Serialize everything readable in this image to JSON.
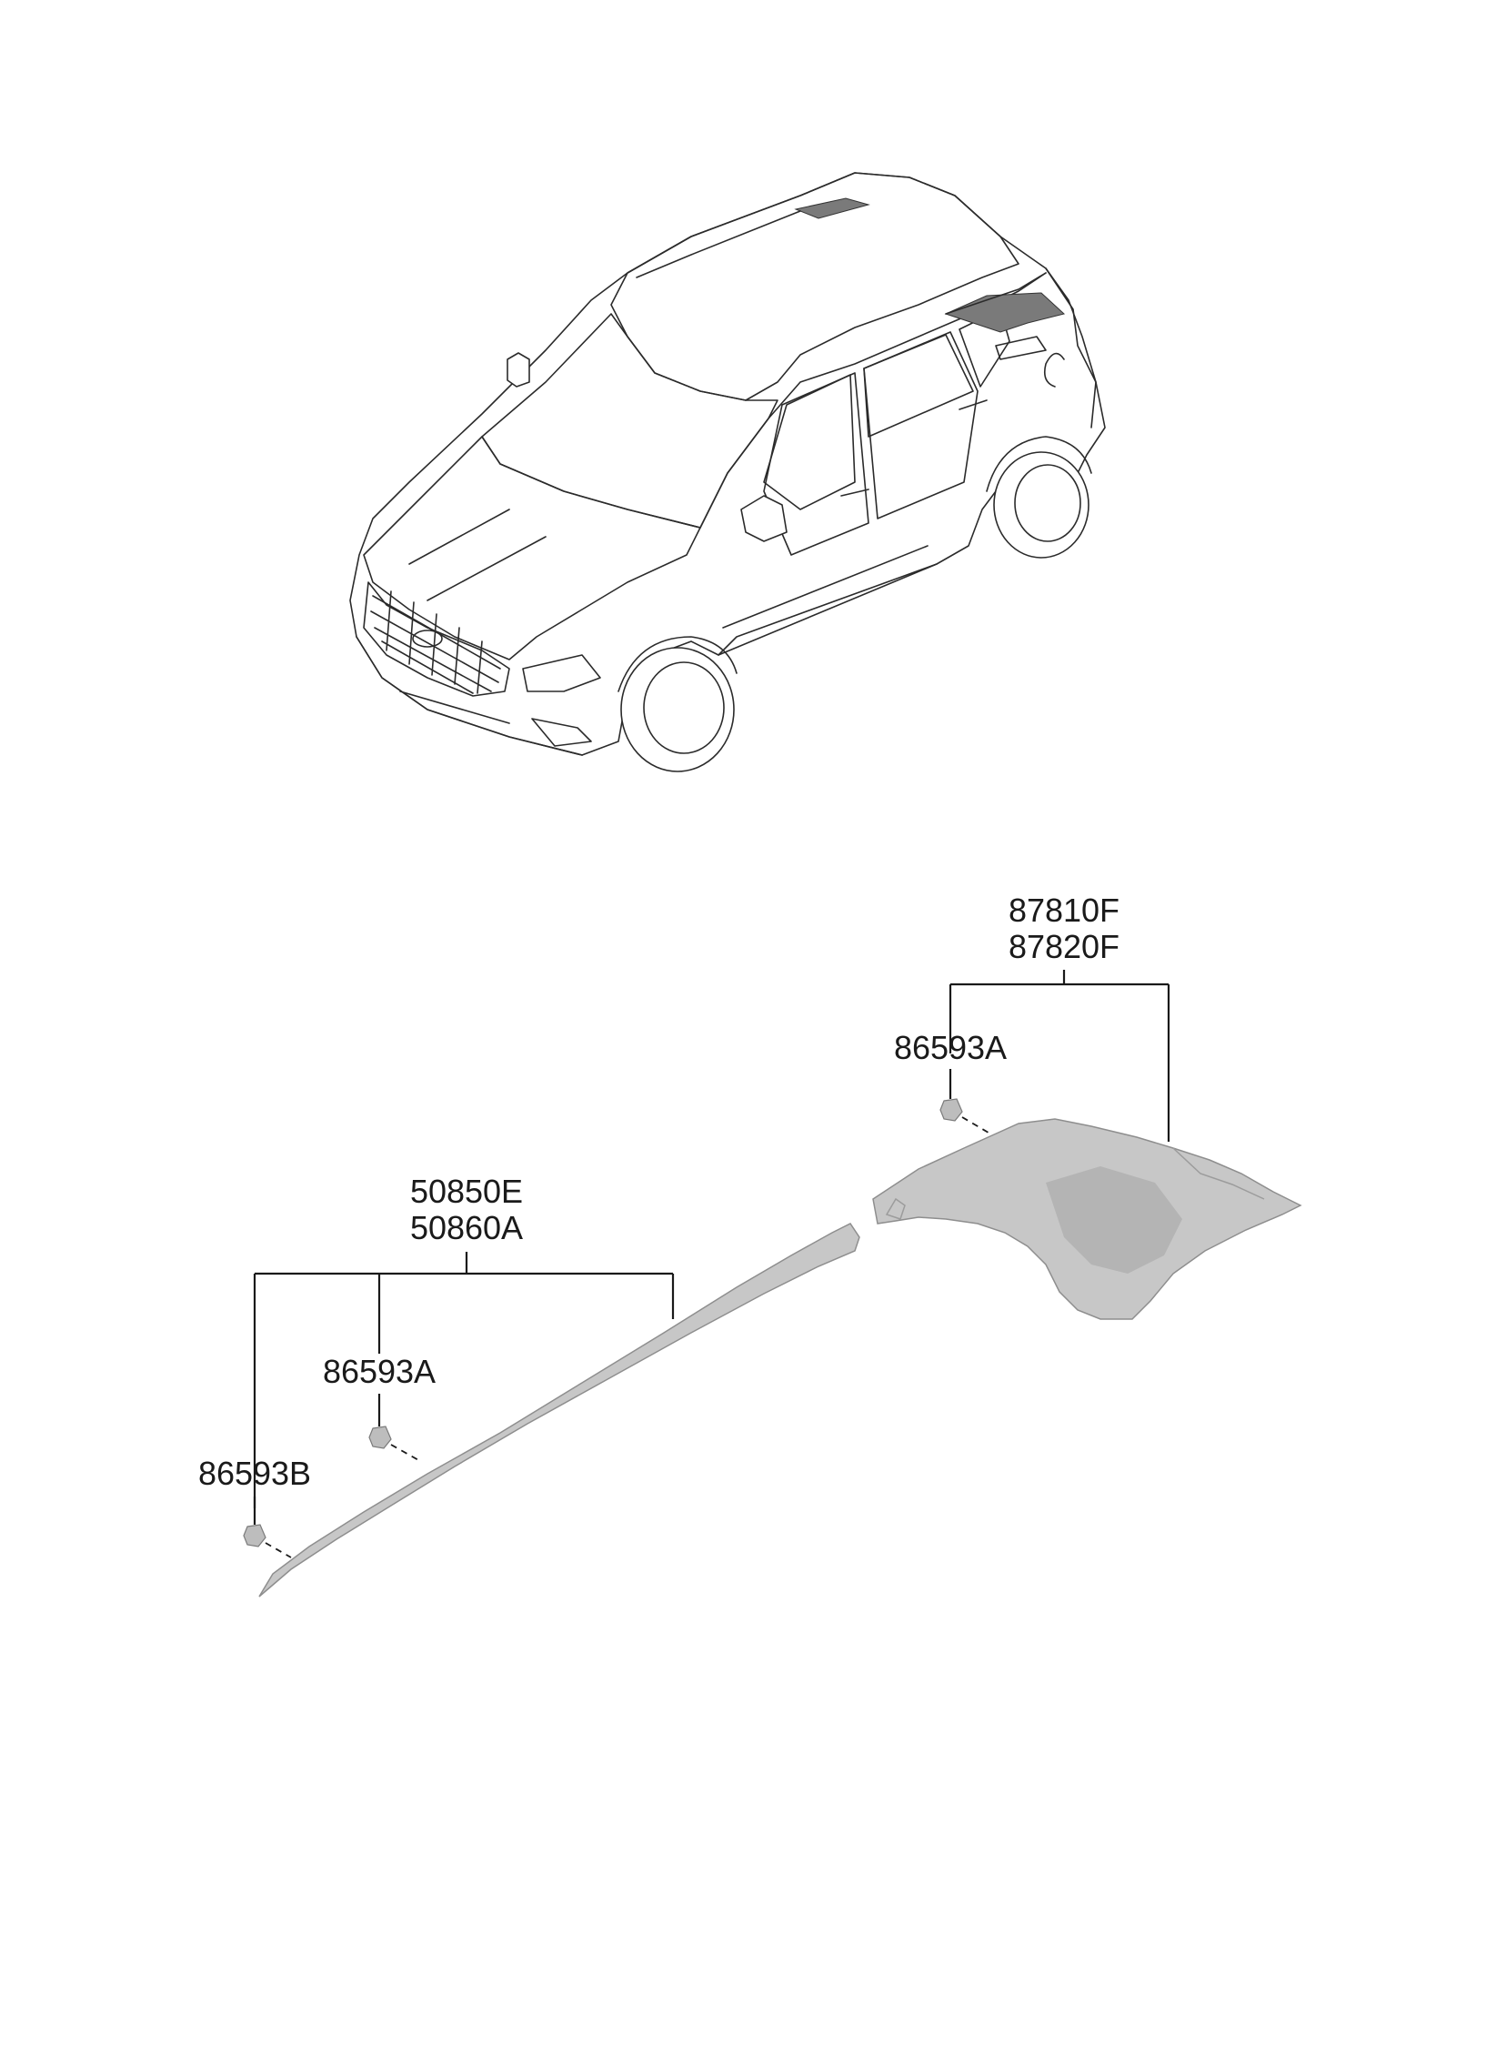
{
  "parts": {
    "rear_garnish_group": {
      "codes": [
        "87810F",
        "87820F"
      ],
      "clip": "86593A"
    },
    "roof_molding_group": {
      "codes": [
        "50850E",
        "50860A"
      ],
      "clip_a": "86593A",
      "clip_b": "86593B"
    }
  },
  "colors": {
    "part_fill": "#c7c7c7",
    "line": "#1a1a1a"
  }
}
